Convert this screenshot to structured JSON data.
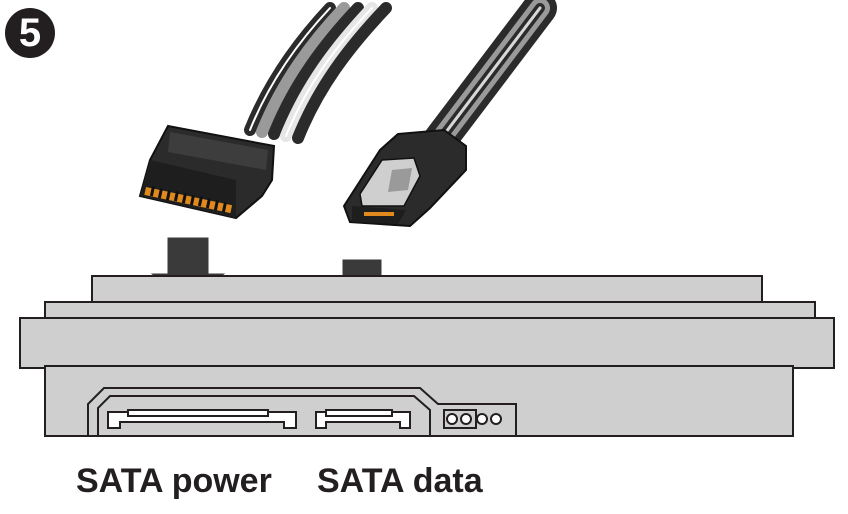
{
  "step": {
    "number": "5"
  },
  "labels": {
    "sata_power": "SATA power",
    "sata_data": "SATA data"
  },
  "colors": {
    "drive_fill": "#cfcfcf",
    "outline": "#231f20",
    "connector_body": "#2b2b2b",
    "pin_color": "#e08a1e",
    "arrow": "#3a3a3a"
  }
}
